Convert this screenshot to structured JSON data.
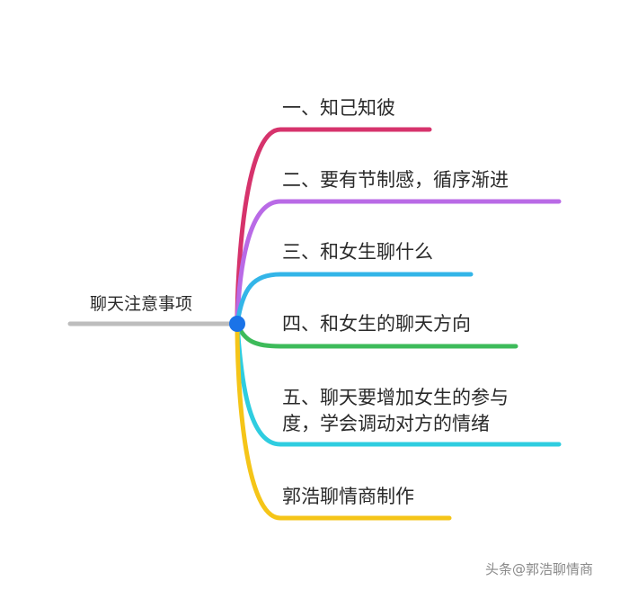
{
  "root": {
    "label": "聊天注意事项"
  },
  "branches": [
    {
      "id": "b1",
      "lines": [
        "一、知己知彼"
      ],
      "color": "#d6336c"
    },
    {
      "id": "b2",
      "lines": [
        "二、要有节制感，循序渐进"
      ],
      "color": "#b96ae6"
    },
    {
      "id": "b3",
      "lines": [
        "三、和女生聊什么"
      ],
      "color": "#33b5e8"
    },
    {
      "id": "b4",
      "lines": [
        "四、和女生的聊天方向"
      ],
      "color": "#3dbb5a"
    },
    {
      "id": "b5",
      "lines": [
        "五、聊天要增加女生的参与",
        "度，学会调动对方的情绪"
      ],
      "color": "#2fcde0"
    },
    {
      "id": "b6",
      "lines": [
        "郭浩聊情商制作"
      ],
      "color": "#f5c518"
    }
  ],
  "colors": {
    "root_line": "#bdbdbd",
    "node": "#1a73e8"
  },
  "watermark": {
    "prefix": "头条",
    "author": "@郭浩聊情商"
  }
}
